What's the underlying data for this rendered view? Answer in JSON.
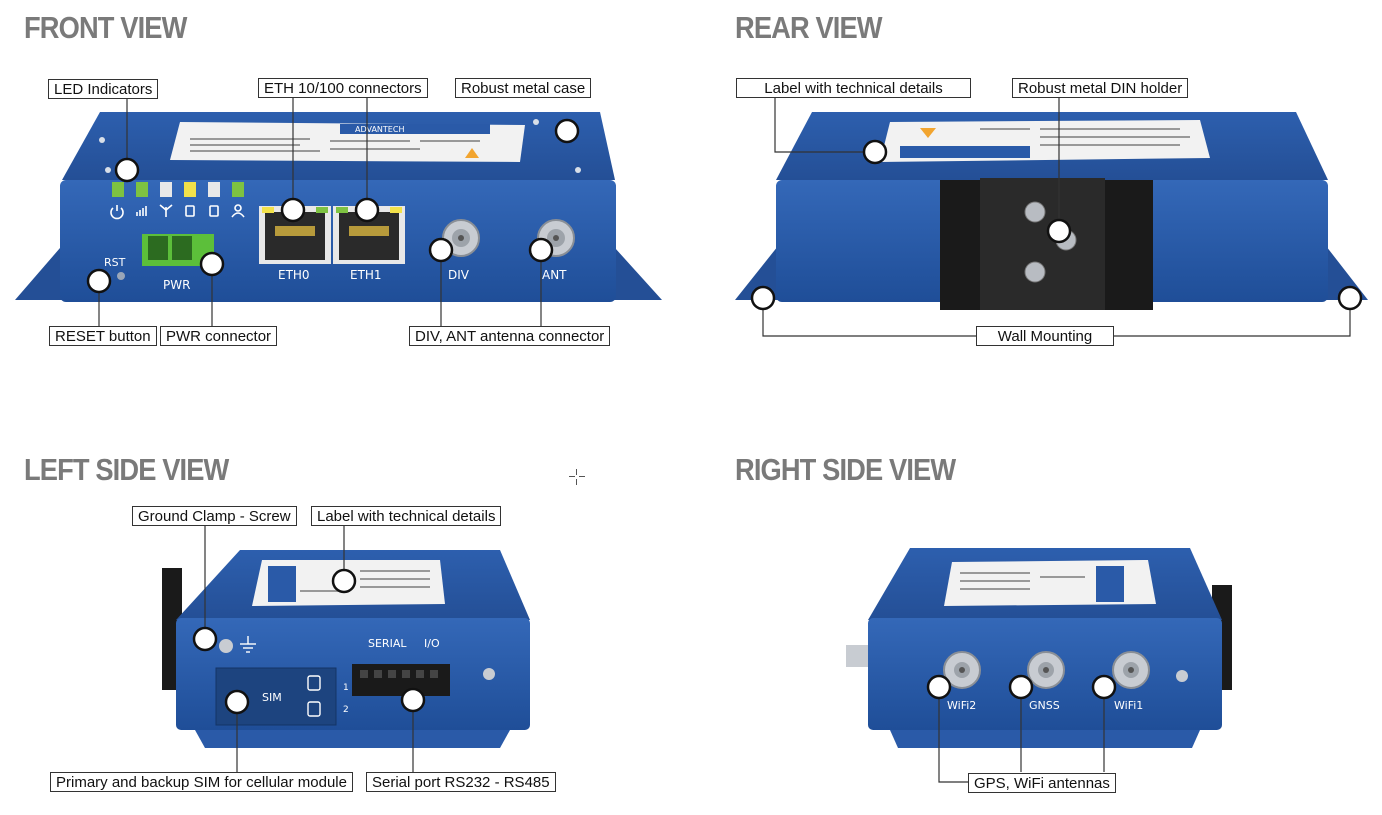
{
  "views": {
    "front": "FRONT VIEW",
    "rear": "REAR VIEW",
    "left": "LEFT SIDE VIEW",
    "right": "RIGHT SIDE VIEW"
  },
  "callouts": {
    "led_indicators": "LED Indicators",
    "eth_connectors": "ETH 10/100 connectors",
    "robust_case": "Robust metal case",
    "reset_button": "RESET button",
    "pwr_connector": "PWR connector",
    "antenna_connector": "DIV, ANT antenna connector",
    "label_rear": "Label with technical details",
    "din_holder": "Robust metal DIN holder",
    "wall_mounting": "Wall Mounting",
    "ground_clamp": "Ground Clamp - Screw",
    "label_left": "Label with technical details",
    "sim": "Primary and backup SIM for cellular module",
    "serial_port": "Serial port RS232 - RS485",
    "gps_wifi": "GPS, WiFi antennas"
  },
  "device_labels": {
    "rst": "RST",
    "pwr": "PWR",
    "eth0": "ETH0",
    "eth1": "ETH1",
    "div": "DIV",
    "ant": "ANT",
    "sim": "SIM",
    "serial": "SERIAL",
    "io": "I/O",
    "slot1": "1",
    "slot2": "2",
    "wifi2": "WiFi2",
    "gnss": "GNSS",
    "wifi1": "WiFi1",
    "brand": "ADVANTECH"
  },
  "colors": {
    "device_blue": "#2a5aa8",
    "device_dark": "#173d7a",
    "led_green": "#7ec242",
    "led_yellow": "#f2e14a",
    "led_white": "#e8e8e8",
    "connector_green": "#5cbf3a",
    "title_gray": "#7a7a7a"
  }
}
